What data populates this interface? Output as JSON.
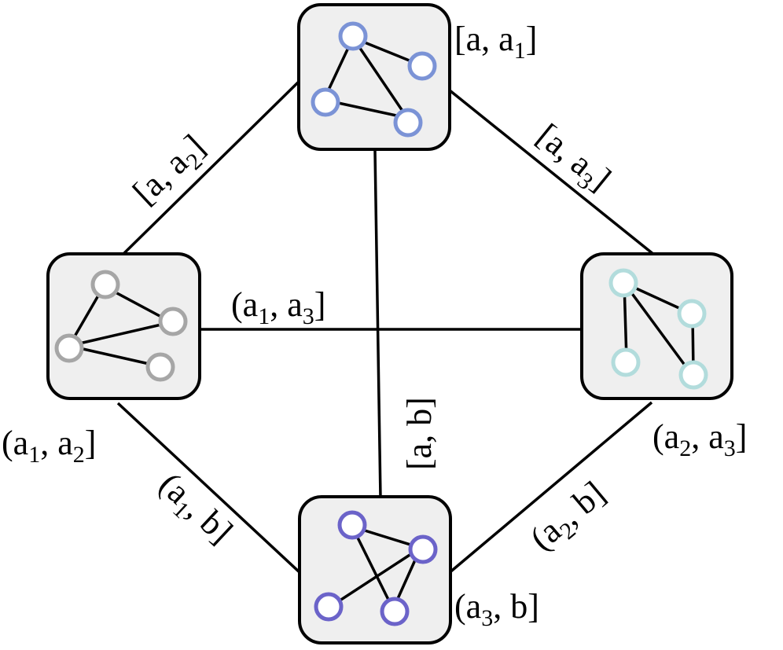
{
  "colors": {
    "top_graph": "#7b93d6",
    "left_graph": "#a6a6a6",
    "right_graph": "#b2dcdc",
    "bottom_graph": "#6b63c9",
    "box_fill": "#efefef",
    "lines": "#000000"
  },
  "labels": {
    "top_corner": {
      "open": "[a, a",
      "sub": "1",
      "close": "]"
    },
    "left_corner": {
      "open": "(a",
      "sub": "1",
      "mid": ", a",
      "sub2": "2",
      "close": "]"
    },
    "right_corner": {
      "open": "(a",
      "sub": "2",
      "mid": ", a",
      "sub2": "3",
      "close": "]"
    },
    "bottom_corner": {
      "open": "(a",
      "sub": "3",
      "mid": ", b]"
    },
    "edge_top_left": {
      "open": "[a, a",
      "sub": "2",
      "close": "]"
    },
    "edge_top_right": {
      "open": "[a, a",
      "sub": "3",
      "close": "]"
    },
    "edge_bottom_left": {
      "open": "(a",
      "sub": "1",
      "close": ", b]"
    },
    "edge_bottom_right": {
      "open": "(a",
      "sub": "2",
      "close": ", b]"
    },
    "edge_horizontal": {
      "open": "(a",
      "sub": "1",
      "mid": ", a",
      "sub2": "3",
      "close": "]"
    },
    "edge_vertical": {
      "text": "[a, b]"
    }
  }
}
